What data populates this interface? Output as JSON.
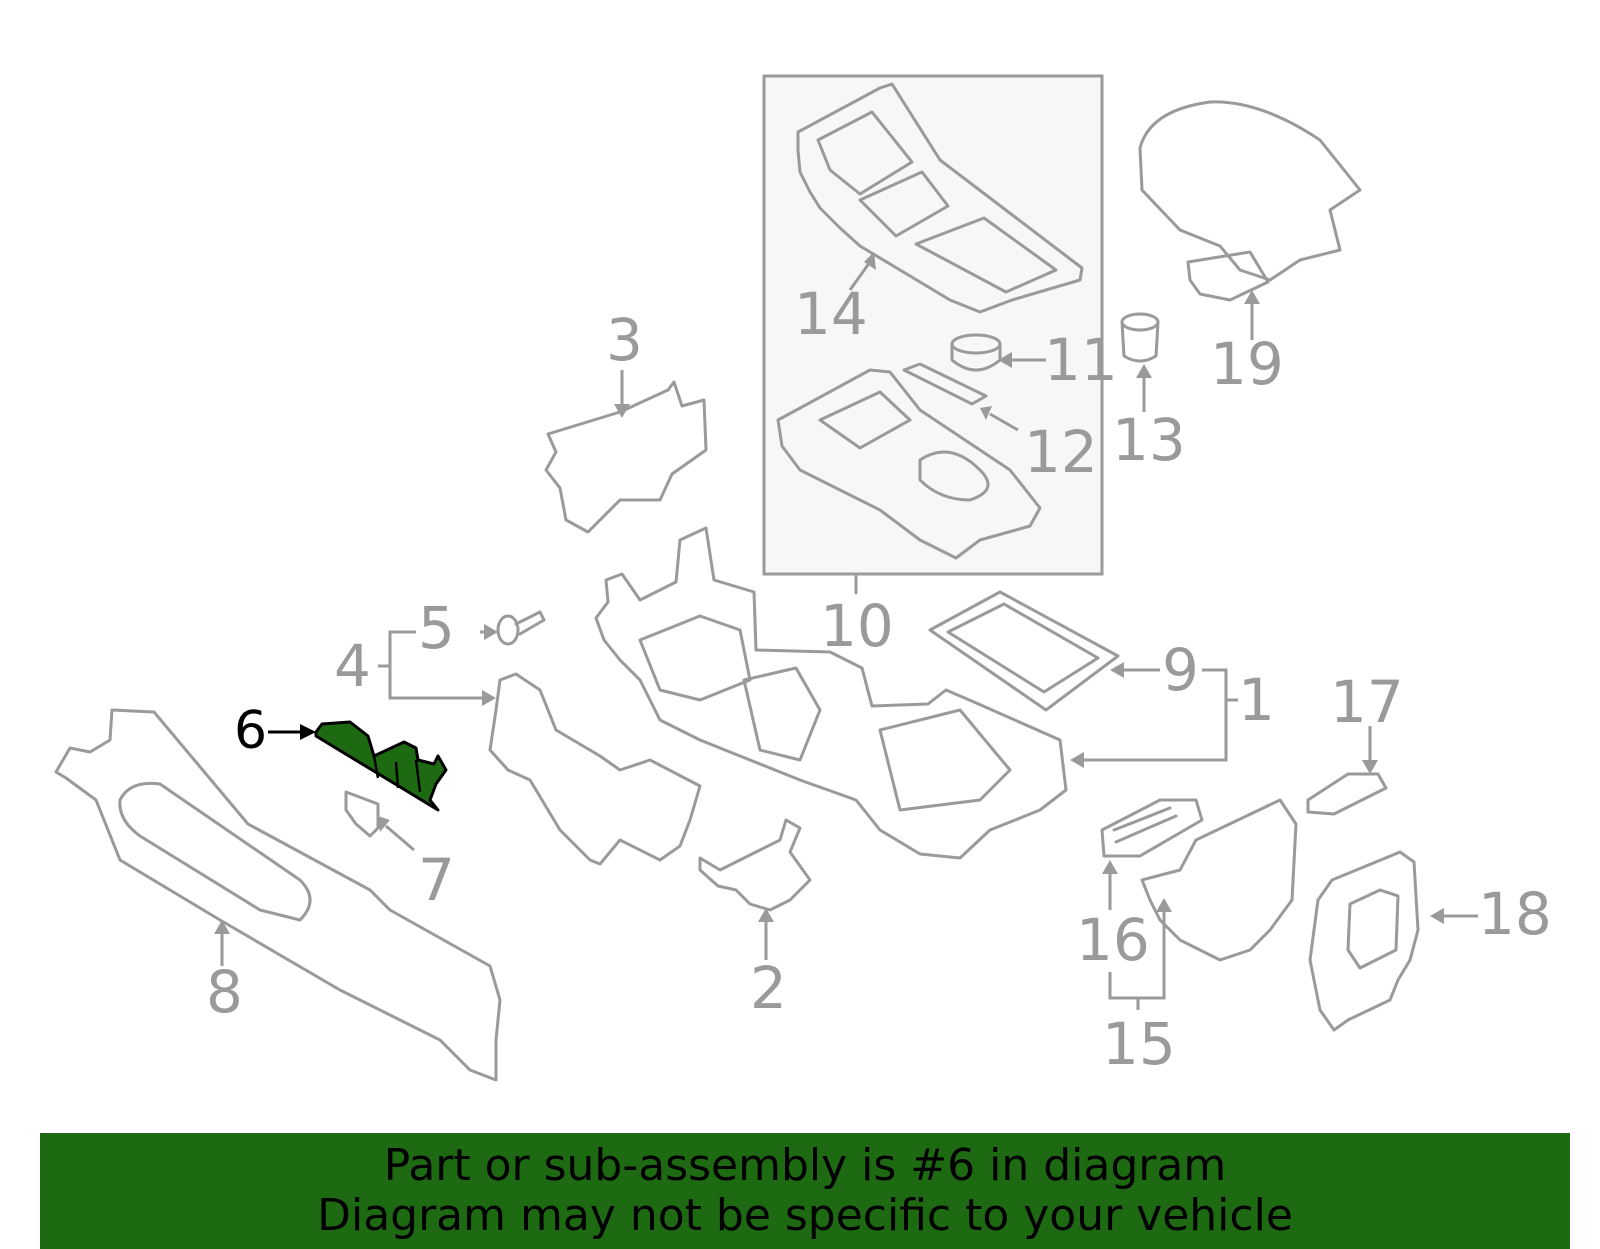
{
  "diagram": {
    "highlight_color": "#1e6a12",
    "line_color": "#9a9a9a",
    "highlighted_part": "6",
    "callouts": [
      "1",
      "2",
      "3",
      "4",
      "5",
      "6",
      "7",
      "8",
      "9",
      "10",
      "11",
      "12",
      "13",
      "14",
      "15",
      "16",
      "17",
      "18",
      "19"
    ]
  },
  "banner": {
    "line1": "Part or sub-assembly is #6 in diagram",
    "line2": "Diagram may not be specific to your vehicle",
    "background": "#1e6a12"
  }
}
